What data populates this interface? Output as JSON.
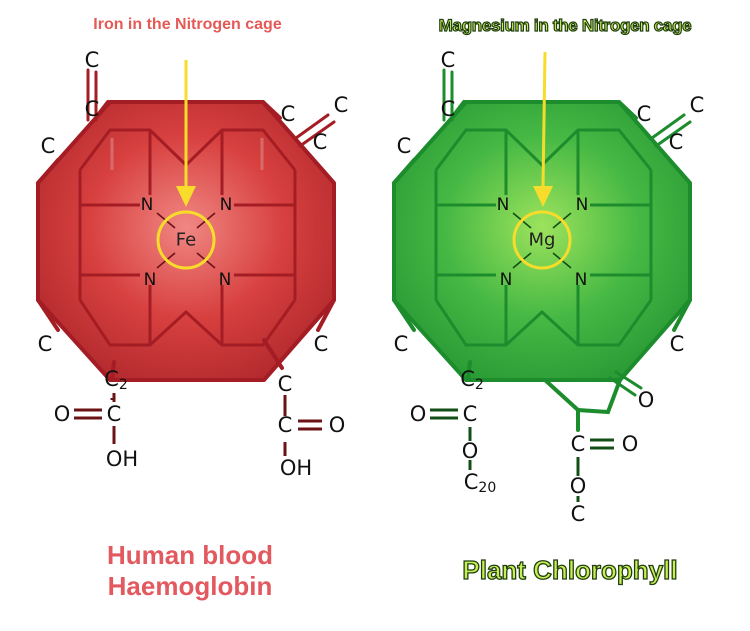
{
  "captions": {
    "iron": "Iron in the Nitrogen cage",
    "magnesium": "Magnesium in the Nitrogen cage"
  },
  "titles": {
    "human_line1": "Human blood",
    "human_line2": "Haemoglobin",
    "plant": "Plant Chlorophyll"
  },
  "atoms": {
    "carbon": "C",
    "nitrogen": "N",
    "oxygen": "O",
    "hydroxyl": "OH",
    "iron": "Fe",
    "magnesium": "Mg",
    "c2_sub": "2",
    "c20_sub": "20"
  },
  "colors": {
    "red_fill": "#d7403f",
    "red_dark": "#a51d24",
    "red_light": "#f08783",
    "green_fill": "#45b844",
    "green_dark": "#1d8c2d",
    "green_light": "#8ede57",
    "arrow": "#f7dc2b",
    "caption_red": "#e45a57",
    "caption_green": "#c8ef52"
  }
}
